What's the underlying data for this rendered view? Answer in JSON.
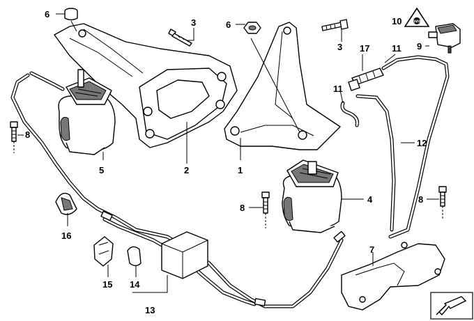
{
  "callouts": {
    "c1": "1",
    "c2": "2",
    "c3a": "3",
    "c3b": "3",
    "c4": "4",
    "c5": "5",
    "c6a": "6",
    "c6b": "6",
    "c7": "7",
    "c8a": "8",
    "c8b": "8",
    "c8c": "8",
    "c9": "9",
    "c10": "10",
    "c11a": "11",
    "c11b": "11",
    "c12": "12",
    "c13": "13",
    "c14": "14",
    "c15": "15",
    "c16": "16",
    "c17": "17"
  },
  "warning_label": "BMW"
}
